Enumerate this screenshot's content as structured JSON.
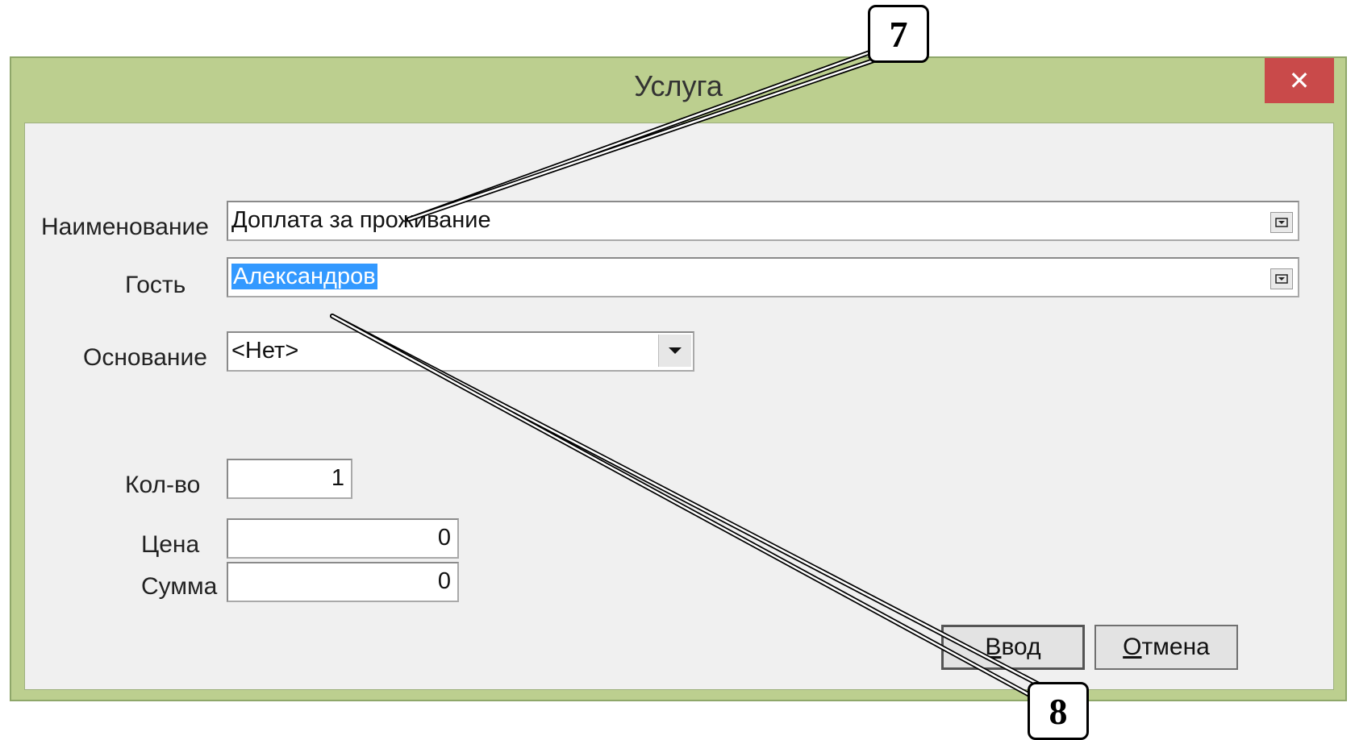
{
  "window": {
    "title": "Услуга",
    "close_glyph": "✕"
  },
  "form": {
    "name": {
      "label": "Наименование",
      "value": "Доплата за проживание"
    },
    "guest": {
      "label": "Гость",
      "value": "Александров"
    },
    "basis": {
      "label": "Основание",
      "value": "<Нет>"
    },
    "qty": {
      "label": "Кол-во",
      "value": "1"
    },
    "price": {
      "label": "Цена",
      "value": "0"
    },
    "sum": {
      "label": "Сумма",
      "value": "0"
    }
  },
  "buttons": {
    "ok": {
      "accel": "В",
      "rest": "вод"
    },
    "cancel": {
      "accel": "О",
      "rest": "тмена"
    }
  },
  "callouts": {
    "seven": "7",
    "eight": "8"
  },
  "icons": {
    "lookup": "lookup-icon",
    "dropdown": "chevron-down-icon",
    "close": "close-icon"
  }
}
